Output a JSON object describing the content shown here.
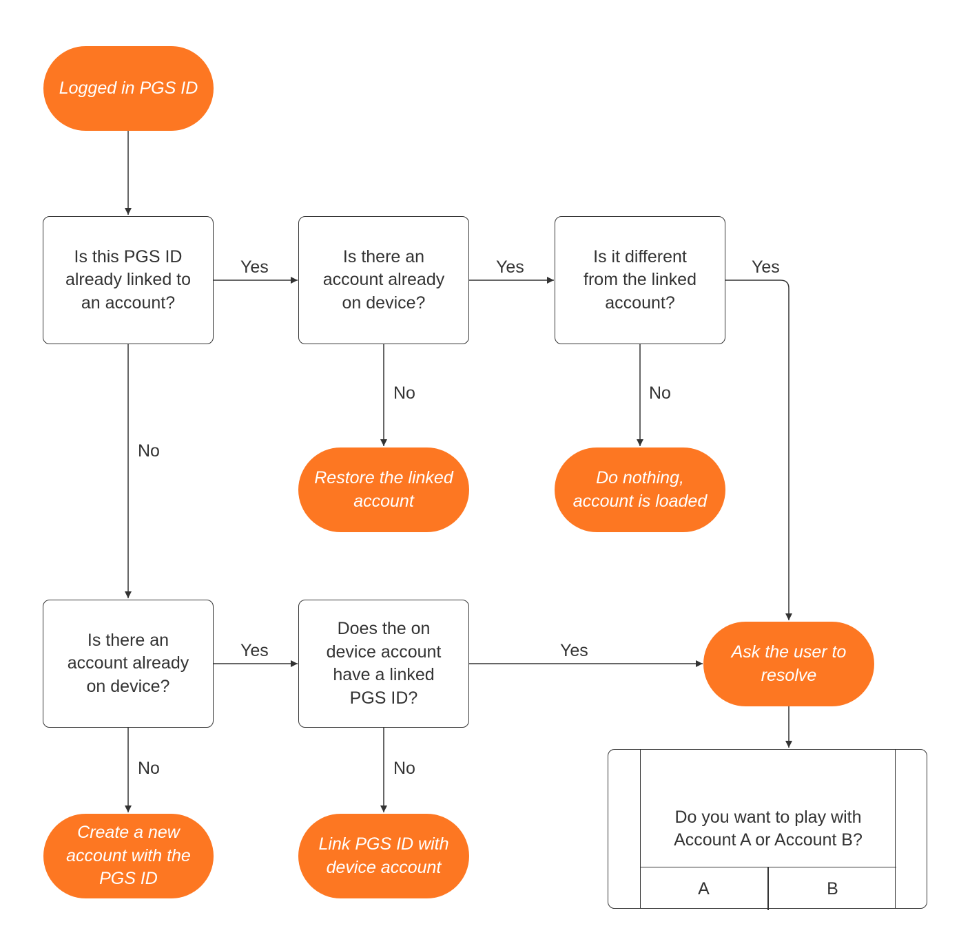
{
  "colors": {
    "accent": "#fd7722",
    "line": "#333333",
    "terminal_text": "#ffffff"
  },
  "nodes": {
    "start": "Logged in PGS ID",
    "q_linked": "Is this PGS ID\nalready linked to\nan account?",
    "q_device_1": "Is there an\naccount already\non device?",
    "q_different": "Is it different\nfrom the linked\naccount?",
    "restore": "Restore the linked\naccount",
    "do_nothing": "Do nothing,\naccount is loaded",
    "q_device_2": "Is there an\naccount already\non device?",
    "q_has_linked": "Does the on\ndevice account\nhave a linked\nPGS ID?",
    "ask_user": "Ask the user to\nresolve",
    "create_new": "Create a new\naccount with the\nPGS  ID",
    "link_id": "Link PGS ID with\ndevice account"
  },
  "edges": {
    "linked_yes": "Yes",
    "device1_yes": "Yes",
    "different_yes": "Yes",
    "linked_no": "No",
    "device1_no": "No",
    "different_no": "No",
    "device2_yes": "Yes",
    "has_linked_yes": "Yes",
    "device2_no": "No",
    "has_linked_no": "No"
  },
  "dialog": {
    "message": "Do you want to play with\nAccount A or Account B?",
    "option_a": "A",
    "option_b": "B"
  }
}
